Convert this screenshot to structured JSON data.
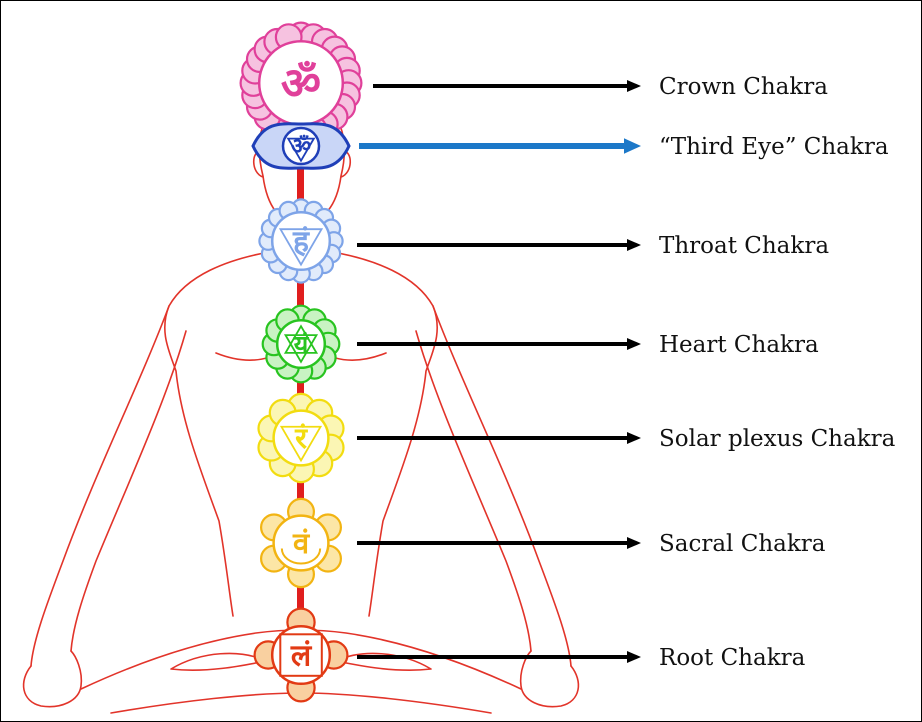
{
  "colors": {
    "body_outline": "#e2342a",
    "spine": "#e01e1e",
    "arrow_default": "#000000",
    "arrow_highlight": "#1c78c8",
    "background": "#ffffff"
  },
  "chakras": [
    {
      "id": "crown",
      "label": "Crown Chakra",
      "color": "#e0409a",
      "light": "#f6c2e0",
      "symbol": "ॐ",
      "petals": 24,
      "arrow": "default"
    },
    {
      "id": "third-eye",
      "label": "“Third Eye” Chakra",
      "color": "#1f3fb8",
      "light": "#c9d6f7",
      "symbol": "ॐ",
      "petals": 2,
      "arrow": "highlight"
    },
    {
      "id": "throat",
      "label": "Throat Chakra",
      "color": "#7ea4e8",
      "light": "#e1ebfb",
      "symbol": "हं",
      "petals": 16,
      "arrow": "default"
    },
    {
      "id": "heart",
      "label": "Heart Chakra",
      "color": "#28c420",
      "light": "#c9f3c3",
      "symbol": "यं",
      "petals": 12,
      "arrow": "default"
    },
    {
      "id": "solar-plexus",
      "label": "Solar plexus Chakra",
      "color": "#f2dc10",
      "light": "#fbf6b4",
      "symbol": "रं",
      "petals": 10,
      "arrow": "default"
    },
    {
      "id": "sacral",
      "label": "Sacral Chakra",
      "color": "#f2b412",
      "light": "#fce6a6",
      "symbol": "वं",
      "petals": 6,
      "arrow": "default"
    },
    {
      "id": "root",
      "label": "Root Chakra",
      "color": "#e23a14",
      "light": "#f9d0a0",
      "symbol": "लं",
      "petals": 4,
      "arrow": "default"
    }
  ]
}
